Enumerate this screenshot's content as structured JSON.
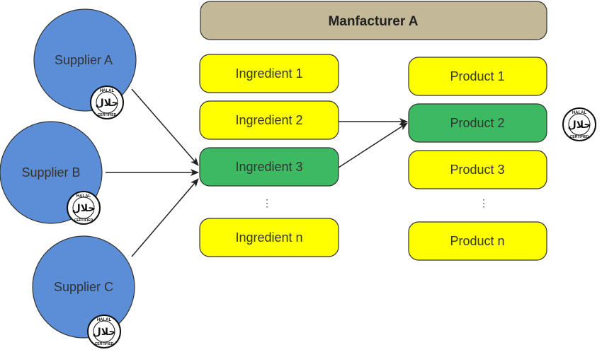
{
  "manufacturer": {
    "label": "Manfacturer A"
  },
  "suppliers": [
    {
      "label": "Supplier A"
    },
    {
      "label": "Supplier B"
    },
    {
      "label": "Supplier C"
    }
  ],
  "ingredients": [
    {
      "label": "Ingredient 1"
    },
    {
      "label": "Ingredient 2"
    },
    {
      "label": "Ingredient 3"
    },
    {
      "label": "Ingredient n"
    }
  ],
  "products": [
    {
      "label": "Product 1"
    },
    {
      "label": "Product 2"
    },
    {
      "label": "Product 3"
    },
    {
      "label": "Product n"
    }
  ],
  "ellipsis": "⋮",
  "halal_logo": {
    "top_text": "HALAL",
    "arabic_text": "حلال",
    "bottom_text": "CERTIFIED",
    "icon": "halal-certified-seal"
  },
  "colors": {
    "supplier": "#5b8ed6",
    "manufacturer": "#c3b897",
    "normal_box": "#ffff00",
    "highlight_box": "#3dba61"
  }
}
